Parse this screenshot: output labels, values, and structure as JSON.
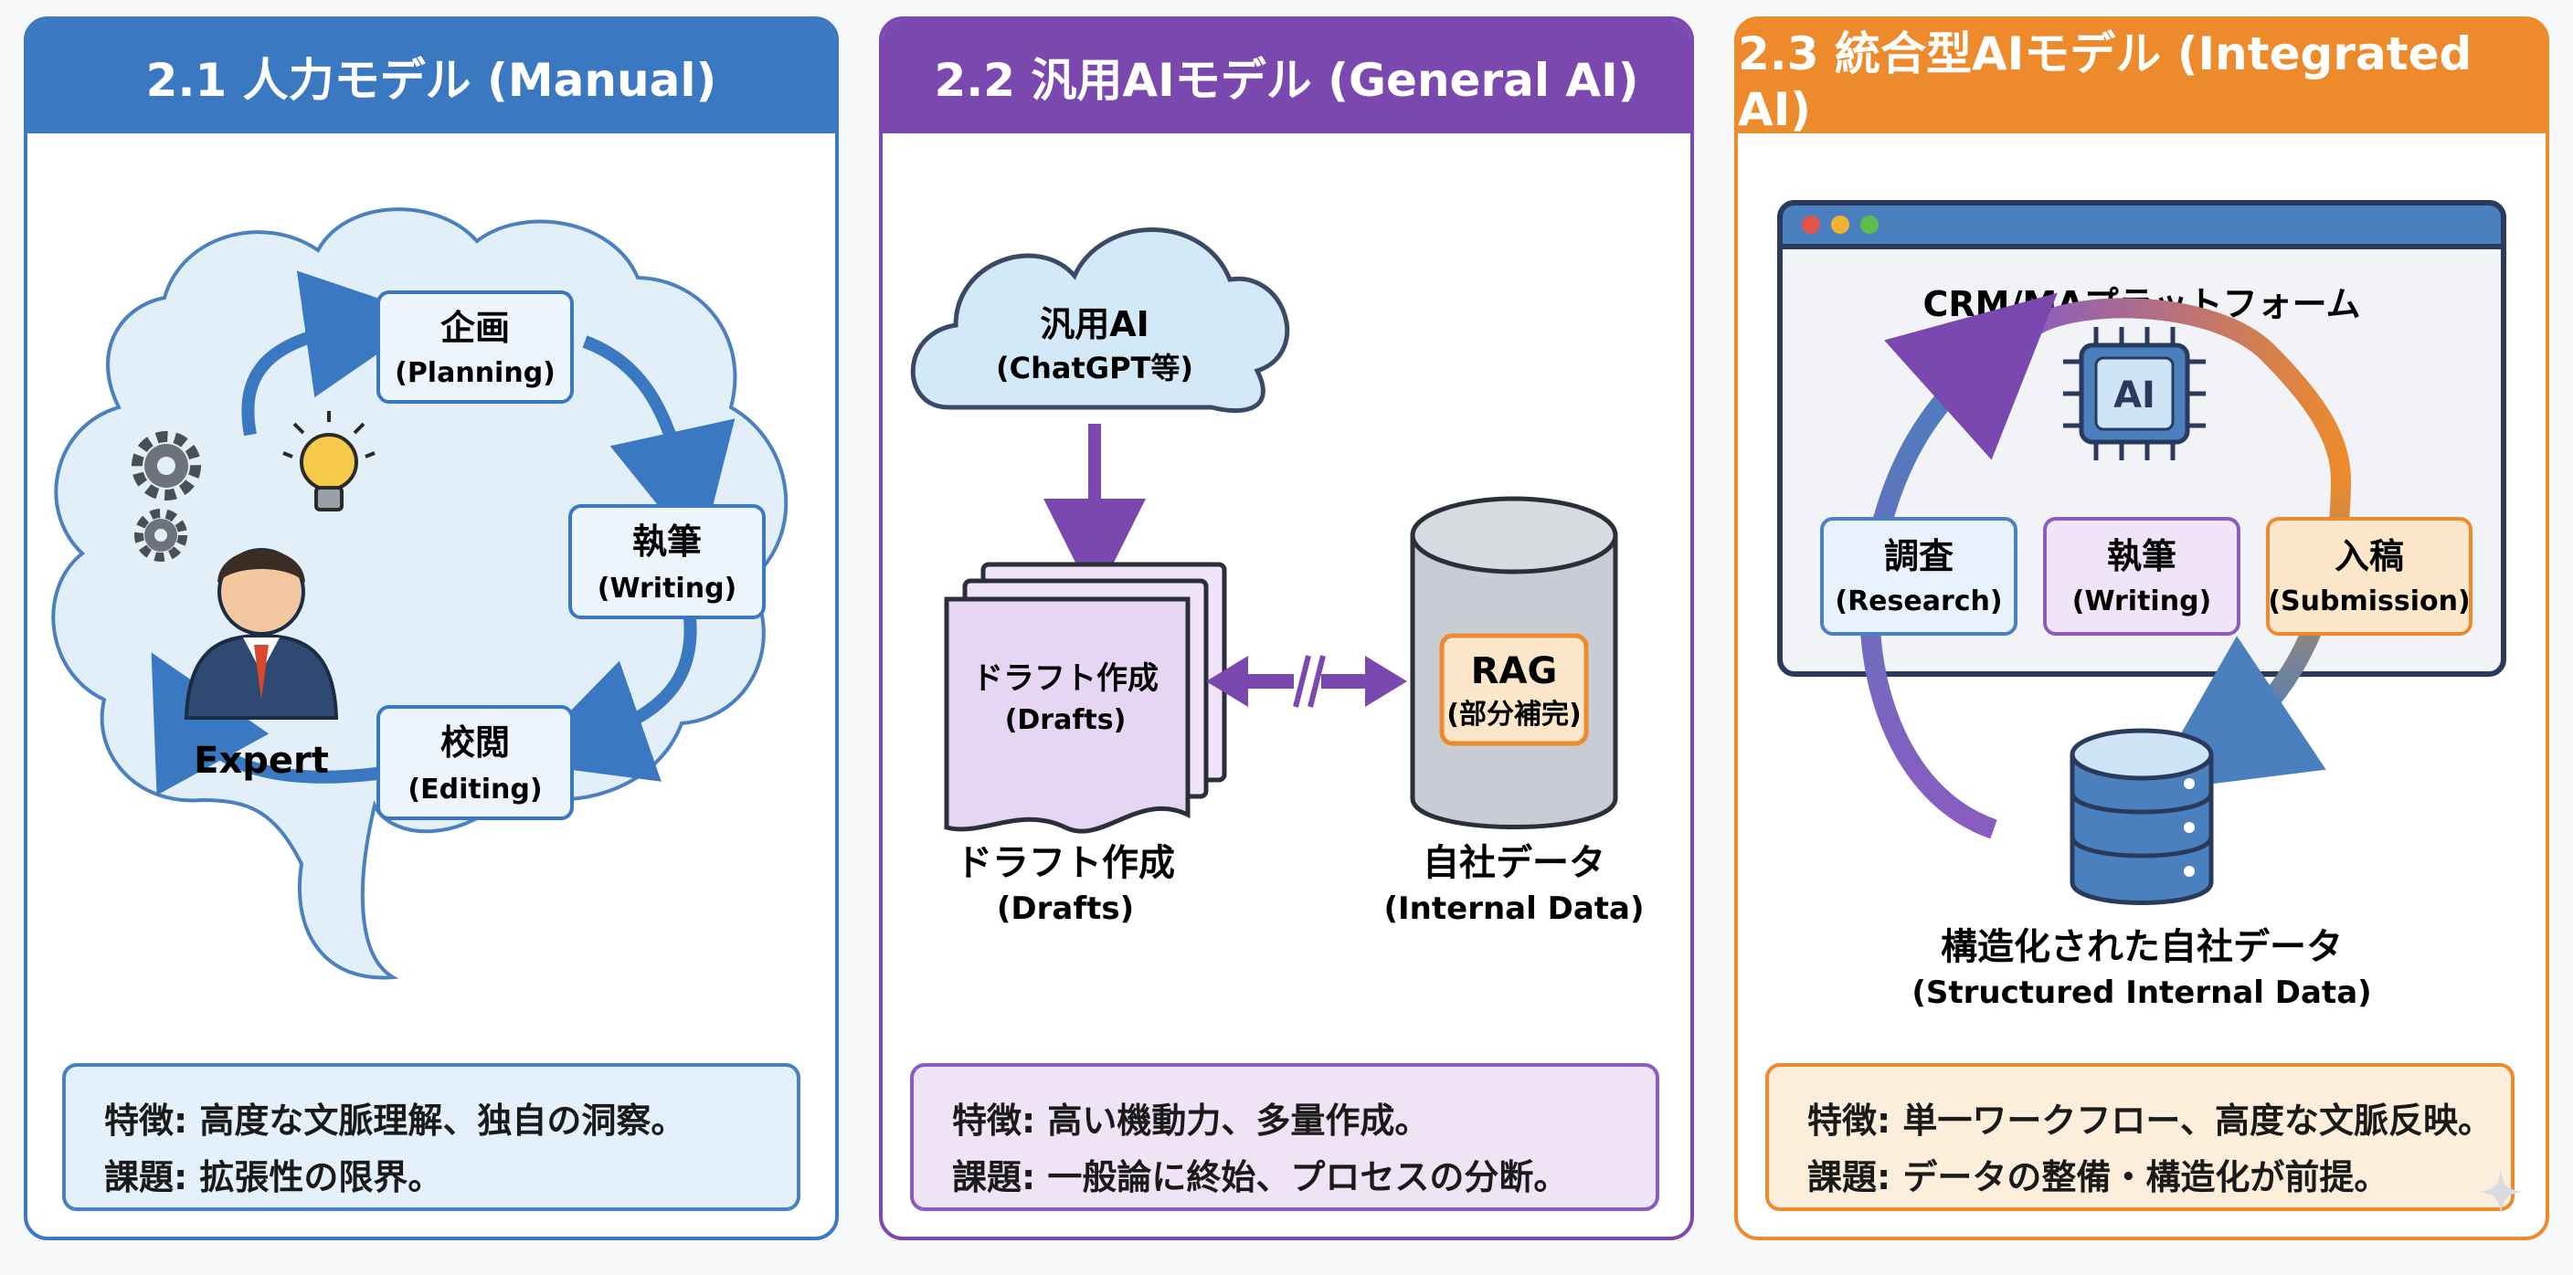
{
  "colors": {
    "manual": "#3a78c2",
    "general": "#7b48b0",
    "integrated": "#ec8a2c",
    "footer_manual_bg": "#e4f0fb",
    "footer_general_bg": "#eee4f6",
    "footer_integrated_bg": "#fdeedb"
  },
  "panels": [
    {
      "title": "2.1 人力モデル (Manual)",
      "expert_label": "Expert",
      "steps": [
        {
          "ja": "企画",
          "en": "(Planning)"
        },
        {
          "ja": "執筆",
          "en": "(Writing)"
        },
        {
          "ja": "校閲",
          "en": "(Editing)"
        }
      ],
      "footer": {
        "line1": "特徴: 高度な文脈理解、独自の洞察。",
        "line2": "課題: 拡張性の限界。"
      }
    },
    {
      "title": "2.2 汎用AIモデル (General AI)",
      "cloud": {
        "ja": "汎用AI",
        "en": "(ChatGPT等)"
      },
      "draft_card": {
        "ja": "ドラフト作成",
        "en": "(Drafts)"
      },
      "draft_caption": {
        "ja": "ドラフト作成",
        "en": "(Drafts)"
      },
      "rag": {
        "ja": "RAG",
        "en": "(部分補完)"
      },
      "db_caption": {
        "ja": "自社データ",
        "en": "(Internal Data)"
      },
      "footer": {
        "line1": "特徴: 高い機動力、多量作成。",
        "line2": "課題: 一般論に終始、プロセスの分断。"
      }
    },
    {
      "title": "2.3 統合型AIモデル (Integrated AI)",
      "platform": "CRM/MAプラットフォーム",
      "chip_label": "AI",
      "steps": [
        {
          "ja": "調査",
          "en": "(Research)"
        },
        {
          "ja": "執筆",
          "en": "(Writing)"
        },
        {
          "ja": "入稿",
          "en": "(Submission)"
        }
      ],
      "db_caption": {
        "ja": "構造化された自社データ",
        "en": "(Structured Internal Data)"
      },
      "footer": {
        "line1": "特徴: 単一ワークフロー、高度な文脈反映。",
        "line2": "課題: データの整備・構造化が前提。"
      }
    }
  ]
}
